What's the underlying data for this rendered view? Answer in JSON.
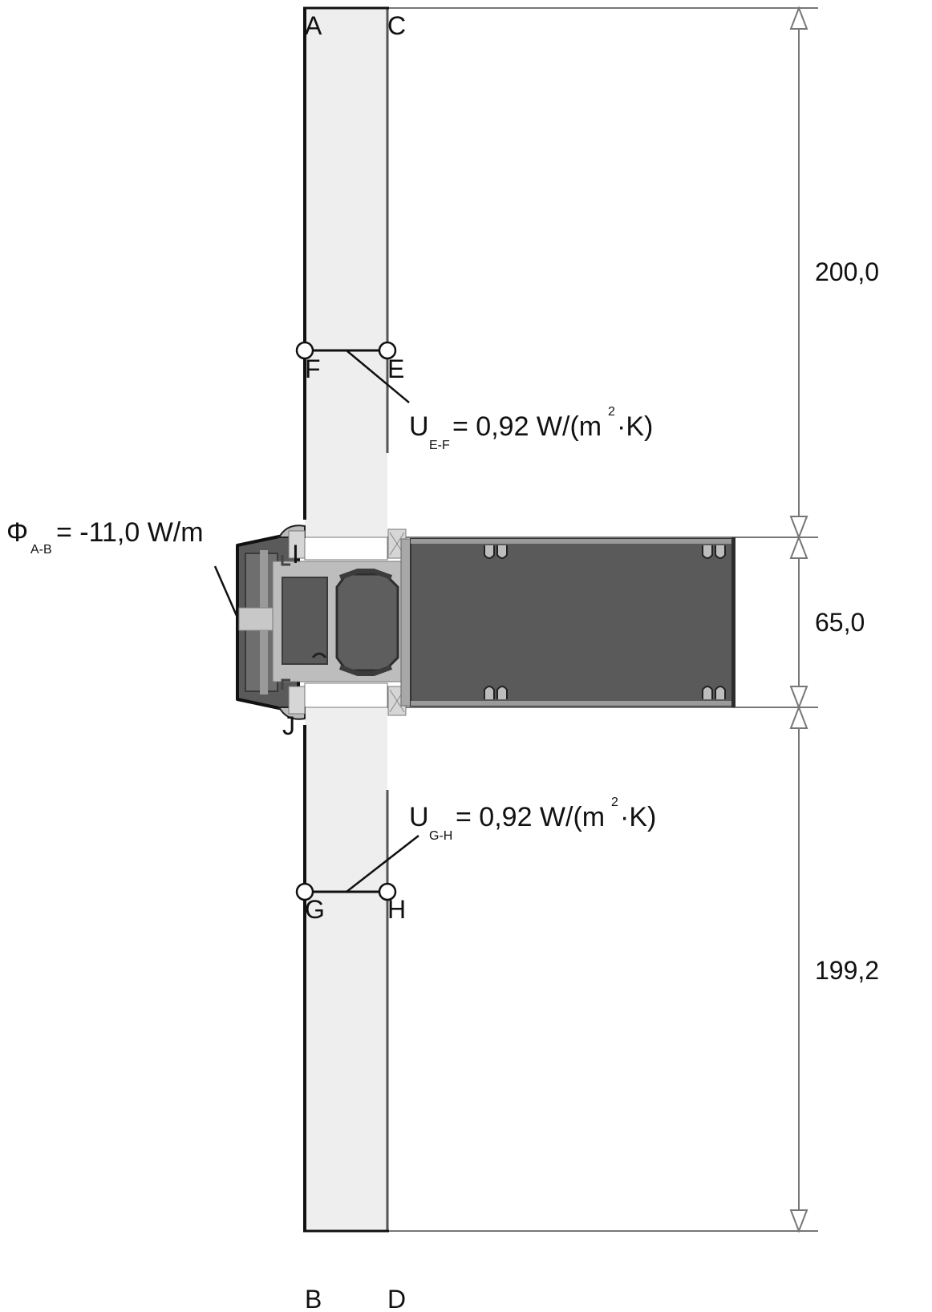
{
  "points": {
    "A": "A",
    "B": "B",
    "C": "C",
    "D": "D",
    "E": "E",
    "F": "F",
    "G": "G",
    "H": "H",
    "I": "I",
    "J": "J"
  },
  "dimensions": {
    "top": "200,0",
    "middle": "65,0",
    "bottom": "199,2"
  },
  "annotations": {
    "phi": {
      "symbol": "Φ",
      "subscript": "A-B",
      "value": "= -11,0 W/m"
    },
    "u_ef": {
      "symbol": "U",
      "subscript": "E-F",
      "value_pre": "= 0,92 W/(m",
      "superscript": "2",
      "value_post": "·K)"
    },
    "u_gh": {
      "symbol": "U",
      "subscript": "G-H",
      "value_pre": "= 0,92 W/(m",
      "superscript": "2",
      "value_post": "·K)"
    }
  },
  "colors": {
    "glass": "#eeeeee",
    "frame_dark": "#555555",
    "frame_mid": "#8c8c8c",
    "frame_light": "#c4c4c4",
    "line": "#111111",
    "dim_line": "#777777"
  }
}
